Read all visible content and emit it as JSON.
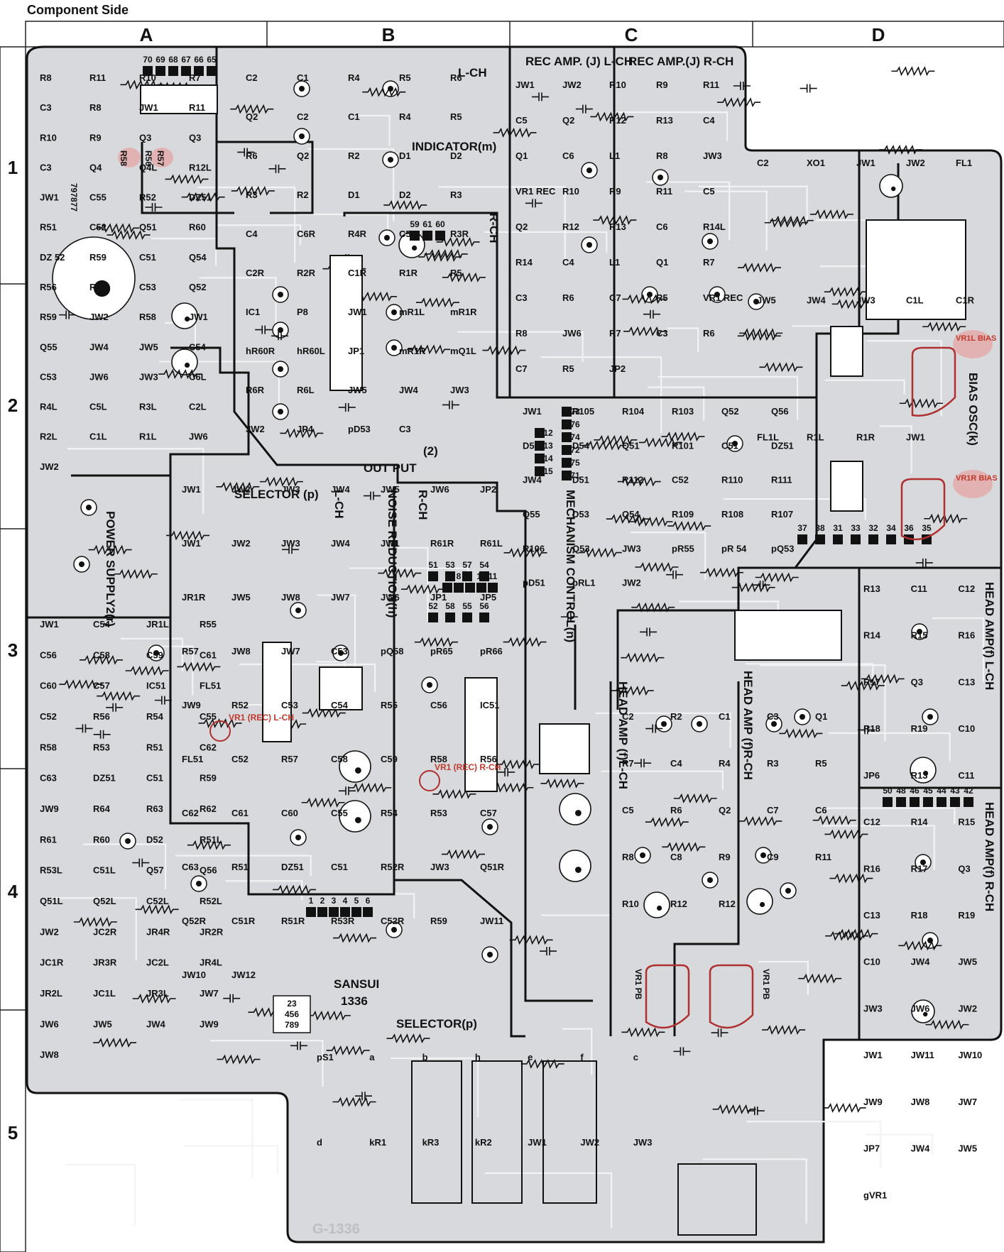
{
  "page": {
    "title": "Component Side"
  },
  "grid": {
    "columns": [
      "A",
      "B",
      "C",
      "D"
    ],
    "rows": [
      "1",
      "2",
      "3",
      "4",
      "5"
    ]
  },
  "board": {
    "brand": "SANSUI",
    "number": "1336",
    "code": "G-1336",
    "jumper_block": [
      "23",
      "456",
      "789"
    ],
    "pads_left": "797877",
    "pads_top": [
      "70",
      "69",
      "68",
      "67",
      "66",
      "65"
    ],
    "pads_mid": [
      "59",
      "61",
      "60"
    ],
    "pads_conn": [
      "7",
      "8",
      "9",
      "10",
      "11",
      "51",
      "53",
      "57",
      "54",
      "52",
      "58",
      "55",
      "56"
    ],
    "pads_conn_vert": [
      "12",
      "13",
      "14",
      "15"
    ],
    "pads_conn_vert2": [
      "73",
      "76",
      "74",
      "72",
      "75",
      "71"
    ],
    "pads_right": [
      "37",
      "38",
      "31",
      "33",
      "32",
      "34",
      "36",
      "35"
    ],
    "pads_head": [
      "50",
      "48",
      "46",
      "45",
      "44",
      "43",
      "42"
    ],
    "pads_bottom": [
      "1",
      "2",
      "3",
      "4",
      "5",
      "6"
    ]
  },
  "sections": {
    "l_ch_top": "L-CH",
    "indicator": "INDICATOR(m)",
    "r_ch_side": "R-CH",
    "rec_amp_l": "REC AMP. (J) L-CH",
    "rec_amp_r": "REC AMP.(J) R-CH",
    "bias_osc": "BIAS OSC(k)",
    "power_supply": "POWER SUPPLY2(r)",
    "selector_p_mid": "SELECTOR (p)",
    "output": "OUT PUT",
    "output_2": "(2)",
    "noise_reduction": "NOISE REDUCTION(h)",
    "nr_lch": "L-CH",
    "nr_rch": "R-CH",
    "mechanism_control": "MECHANISM CONTROL(n)",
    "head_amp_right_l": "HEAD AMP(f) L-CH",
    "head_amp_right_r": "HEAD AMP(f) R-CH",
    "head_amp_mid_l": "HEAD AMP (f)L-CH",
    "head_amp_mid_r": "HEAD AMP (f)R-CH",
    "selector_p_bottom": "SELECTOR(p)"
  },
  "adjustments": {
    "vr1l_bias": "VR1L BIAS",
    "vr1r_bias": "VR1R BIAS",
    "vr1_rec_l": "VR1 (REC) L-CH",
    "vr1_rec_r": "VR1 (REC) R-CH",
    "vr1_pb_l": "VR1 PB",
    "vr1_pb_r": "VR1 PB"
  },
  "highlighted_parts": [
    "R58",
    "R56",
    "R57"
  ],
  "components": {
    "a1": [
      "R8",
      "R11",
      "R10",
      "R7",
      "C3",
      "R8",
      "JW1",
      "R11",
      "R10",
      "R9",
      "Q3",
      "Q3",
      "C3",
      "Q4",
      "Q4L",
      "R12L",
      "JW1",
      "C55",
      "R52",
      "DZ51",
      "R51",
      "C52",
      "Q51",
      "R60",
      "DZ 52",
      "R59",
      "C51",
      "Q54",
      "R56",
      "R57",
      "C53",
      "Q52",
      "R59",
      "JW2",
      "R58",
      "JW1",
      "Q55",
      "JW4",
      "JW5",
      "C54",
      "C53",
      "JW6",
      "JW3",
      "C6L",
      "R4L",
      "C5L",
      "R3L",
      "C2L",
      "R2L",
      "C1L",
      "R1L",
      "JW6",
      "JW2"
    ],
    "b1": [
      "C2",
      "C1",
      "R4",
      "R5",
      "R6",
      "Q2",
      "C2",
      "C1",
      "R4",
      "R5",
      "R6",
      "Q2",
      "R2",
      "D1",
      "D2",
      "R3",
      "R2",
      "D1",
      "D2",
      "R3",
      "C4",
      "C6R",
      "R4R",
      "C5R",
      "R3R",
      "C2R",
      "R2R",
      "C1R",
      "R1R",
      "R5",
      "IC1",
      "P8",
      "JW1",
      "mR1L",
      "mR1R",
      "hR60R",
      "hR60L",
      "JP1",
      "mR1R",
      "mQ1L",
      "R6R",
      "R6L",
      "JW5",
      "JW4",
      "JW3",
      "JW2",
      "JP4",
      "pD53",
      "C3"
    ],
    "c1": [
      "JW1",
      "JW2",
      "R10",
      "R9",
      "R11",
      "C5",
      "Q2",
      "R12",
      "R13",
      "C4",
      "Q1",
      "C6",
      "L1",
      "R8",
      "JW3",
      "VR1 REC",
      "R10",
      "R9",
      "R11",
      "C5",
      "Q2",
      "R12",
      "R13",
      "C6",
      "R14L",
      "R14",
      "C4",
      "L1",
      "Q1",
      "R7",
      "C3",
      "R6",
      "C7",
      "R5",
      "VR1 REC",
      "R8",
      "JW6",
      "R7",
      "C3",
      "R6",
      "C7",
      "R5",
      "JP2"
    ],
    "d1": [
      "C2",
      "XO1",
      "JW1",
      "JW2",
      "FL1",
      "JW5",
      "JW4",
      "JW3",
      "C1L",
      "C1R",
      "FL1L",
      "R1L",
      "R1R",
      "JW1"
    ],
    "c2": [
      "JW1",
      "R105",
      "R104",
      "R103",
      "Q52",
      "Q56",
      "D52",
      "D54",
      "Q51",
      "R101",
      "C51",
      "DZ51",
      "JW4",
      "D51",
      "R112",
      "C52",
      "R110",
      "R111",
      "Q55",
      "D53",
      "Q54",
      "R109",
      "R108",
      "R107",
      "R106",
      "Q53",
      "JW3",
      "pR55",
      "pR 54",
      "pQ53",
      "pD51",
      "pRL1",
      "JW2"
    ],
    "b3": [
      "JW1",
      "JW2",
      "JW3",
      "JW4",
      "JW5",
      "JW6",
      "JP2",
      "JW1",
      "JW2",
      "JW3",
      "JW4",
      "JW1",
      "R61R",
      "R61L",
      "JR1R",
      "JW5",
      "JW8",
      "JW7",
      "JW6",
      "JP1",
      "JP5",
      "R57",
      "JW8",
      "JW7",
      "C53",
      "pQ58",
      "pR65",
      "pR66",
      "JW9",
      "R52",
      "C53",
      "C54",
      "R55",
      "C56",
      "IC51",
      "FL51",
      "C52",
      "R57",
      "C58",
      "C59",
      "R58",
      "R56",
      "C62",
      "C61",
      "C60",
      "C55",
      "R54",
      "R53",
      "C57",
      "C63",
      "R51",
      "DZ51",
      "C51",
      "R52R",
      "JW3",
      "Q51R",
      "Q52R",
      "C51R",
      "R51R",
      "R53R",
      "C52R",
      "R59",
      "JW11",
      "JW10",
      "JW12"
    ],
    "a3": [
      "JW1",
      "C54",
      "JR1L",
      "R55",
      "C56",
      "C58",
      "C59",
      "C61",
      "C60",
      "C57",
      "IC51",
      "FL51",
      "C52",
      "R56",
      "R54",
      "C55",
      "R58",
      "R53",
      "R51",
      "C62",
      "C63",
      "DZ51",
      "C51",
      "R59",
      "JW9",
      "R64",
      "R63",
      "R62",
      "R61",
      "R60",
      "D52",
      "R51L",
      "R53L",
      "C51L",
      "Q57",
      "Q56",
      "Q51L",
      "Q52L",
      "C52L",
      "R52L",
      "JW2",
      "JC2R",
      "JR4R",
      "JR2R",
      "JC1R",
      "JR3R",
      "JC2L",
      "JR4L",
      "JR2L",
      "JC1L",
      "JR3L",
      "JW7",
      "JW6",
      "JW5",
      "JW4",
      "JW9",
      "JW8"
    ],
    "c3": [
      "C2",
      "R2",
      "C1",
      "C3",
      "Q1",
      "R7",
      "C4",
      "R4",
      "R3",
      "R5",
      "C5",
      "R6",
      "Q2",
      "C7",
      "C6",
      "R8",
      "C8",
      "R9",
      "C9",
      "R11",
      "R10",
      "R12",
      "R12"
    ],
    "d3": [
      "R13",
      "C11",
      "C12",
      "R14",
      "R15",
      "R16",
      "R17",
      "Q3",
      "C13",
      "R18",
      "R19",
      "C10",
      "JP6",
      "R13",
      "C11",
      "C12",
      "R14",
      "R15",
      "R16",
      "R17",
      "Q3",
      "C13",
      "R18",
      "R19",
      "C10",
      "JW4",
      "JW5",
      "JW3",
      "JW6",
      "JW2",
      "JW1",
      "JW11",
      "JW10",
      "JW9",
      "JW8",
      "JW7",
      "JP7",
      "JW4",
      "JW5",
      "gVR1"
    ],
    "b5": [
      "pS1",
      "a",
      "b",
      "h",
      "e",
      "f",
      "c",
      "d",
      "kR1",
      "kR3",
      "kR2",
      "JW1",
      "JW2",
      "JW3"
    ]
  }
}
